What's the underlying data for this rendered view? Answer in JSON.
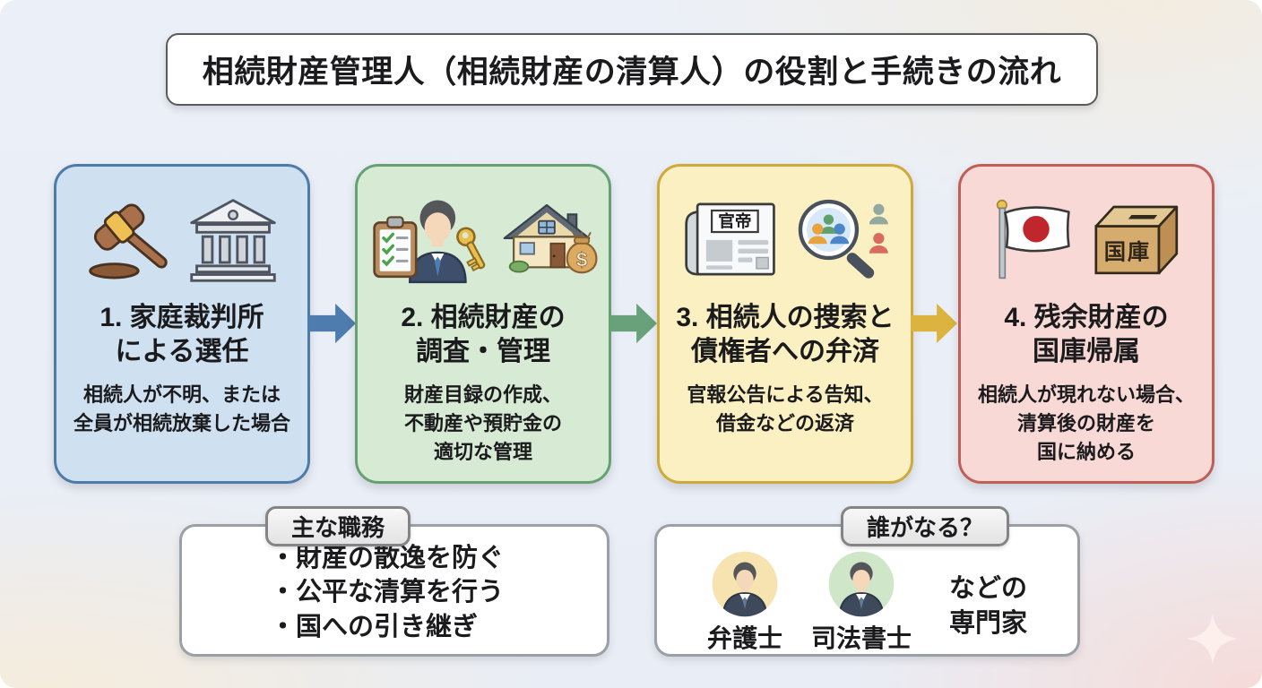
{
  "title": "相続財産管理人（相続財産の清算人）の役割と手続きの流れ",
  "steps": [
    {
      "title1": "1. 家庭裁判所",
      "title2": "による選任",
      "desc1": "相続人が不明、または",
      "desc2": "全員が相続放棄した場合",
      "icons": [
        "gavel-icon",
        "courthouse-icon"
      ],
      "fill": "#cfe1f1",
      "border": "#4e7ca8",
      "arrow_color": "#4e7cae"
    },
    {
      "title1": "2. 相続財産の",
      "title2": "調査・管理",
      "desc1": "財産目録の作成、",
      "desc2": "不動産や預貯金の",
      "desc3": "適切な管理",
      "money_symbol": "$",
      "icons": [
        "administrator-clipboard-key-icon",
        "house-moneybag-icon"
      ],
      "fill": "#d6ead4",
      "border": "#66a173",
      "arrow_color": "#68a17a"
    },
    {
      "title1": "3. 相続人の捜索と",
      "title2": "債権者への弁済",
      "desc1": "官報公告による告知、",
      "desc2": "借金などの返済",
      "newspaper_label": "官帝",
      "icons": [
        "newspaper-icon",
        "heir-search-magnifier-icon"
      ],
      "fill": "#faf0c2",
      "border": "#cfa93a",
      "arrow_color": "#ddb33f"
    },
    {
      "title1": "4. 残余財産の",
      "title2": "国庫帰属",
      "desc1": "相続人が現れない場合、",
      "desc2": "清算後の財産を",
      "desc3": "国に納める",
      "treasury_label": "国庫",
      "icons": [
        "japan-flag-icon",
        "treasury-box-icon"
      ],
      "fill": "#f8d9d6",
      "border": "#bf5f58"
    }
  ],
  "duties": {
    "badge": "主な職務",
    "items": [
      "・財産の散逸を防ぐ",
      "・公平な清算を行う",
      "・国への引き継ぎ"
    ]
  },
  "who": {
    "badge": "誰がなる？",
    "professionals": [
      {
        "label": "弁護士",
        "bg": "#f7e3b0",
        "icon": "lawyer-avatar-icon"
      },
      {
        "label": "司法書士",
        "bg": "#cfe6c8",
        "icon": "judicial-scrivener-avatar-icon"
      }
    ],
    "note1": "などの",
    "note2": "専門家"
  },
  "decor": {
    "sparkle_icon": "sparkle-icon",
    "sparkle_color": "#fcefec"
  }
}
